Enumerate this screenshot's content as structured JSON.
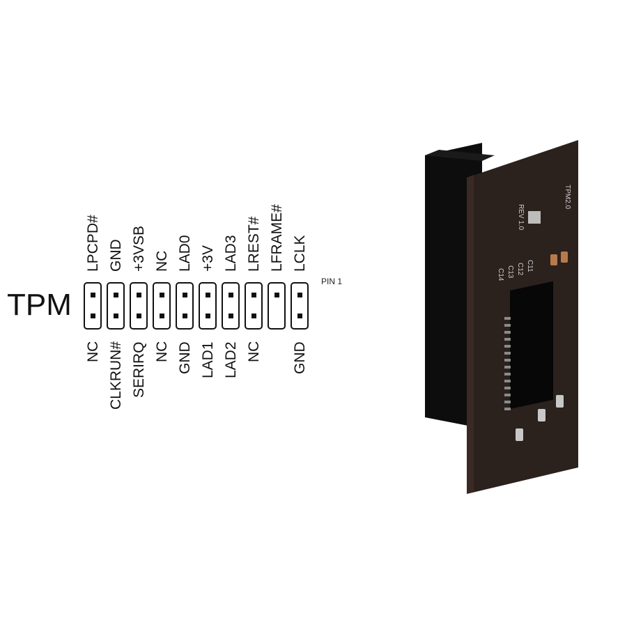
{
  "diagram": {
    "title": "TPM",
    "pin1_label": "PIN 1",
    "top_row": [
      "LPCPD#",
      "GND",
      "+3VSB",
      "NC",
      "LAD0",
      "+3V",
      "LAD3",
      "LREST#",
      "LFRAME#",
      "LCLK"
    ],
    "bottom_row": [
      "NC",
      "CLKRUN#",
      "SERIRQ",
      "NC",
      "GND",
      "LAD1",
      "LAD2",
      "NC",
      "",
      "GND"
    ],
    "missing_pin_column": 9
  },
  "photo": {
    "board_text": [
      "TPM2.0",
      "REV 1.0",
      "C11",
      "C12",
      "C13",
      "C14"
    ],
    "colors": {
      "pcb": "#2b211d",
      "edge": "#3a2a24",
      "connector": "#0d0d0d"
    }
  }
}
